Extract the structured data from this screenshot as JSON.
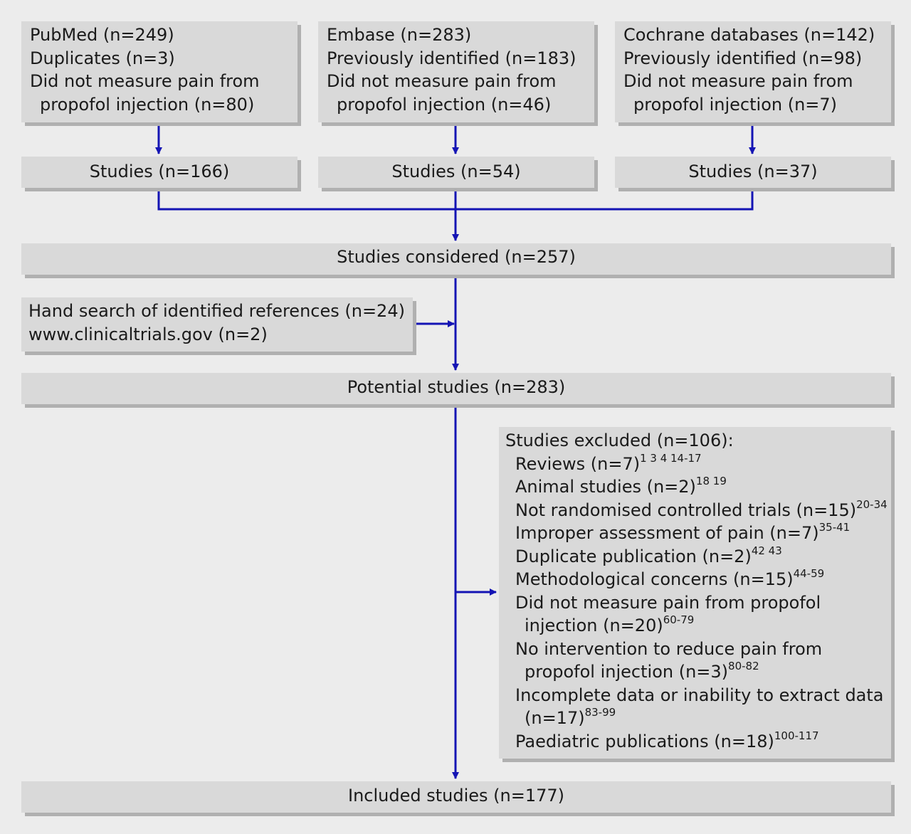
{
  "colors": {
    "background": "#ececec",
    "box": "#d9d9d9",
    "shadow": "#b0b0b0",
    "connector": "#1414b4"
  },
  "sources": [
    {
      "lines": [
        "PubMed (n=249)",
        "Duplicates (n=3)",
        "Did not measure pain from",
        "propofol injection (n=80)"
      ],
      "studies": "Studies (n=166)"
    },
    {
      "lines": [
        "Embase (n=283)",
        "Previously identified (n=183)",
        "Did not measure pain from",
        "propofol injection (n=46)"
      ],
      "studies": "Studies (n=54)"
    },
    {
      "lines": [
        "Cochrane databases (n=142)",
        "Previously identified (n=98)",
        "Did not measure pain from",
        "propofol injection (n=7)"
      ],
      "studies": "Studies (n=37)"
    }
  ],
  "considered": "Studies considered (n=257)",
  "hand_search": [
    "Hand search of identified references (n=24)",
    "www.clinicaltrials.gov (n=2)"
  ],
  "potential": "Potential studies (n=283)",
  "excluded": {
    "header": "Studies excluded (n=106):",
    "items": [
      {
        "text": "Reviews (n=7)",
        "refs": "1 3 4 14-17"
      },
      {
        "text": "Animal studies (n=2)",
        "refs": "18 19"
      },
      {
        "text": "Not randomised controlled trials (n=15)",
        "refs": "20-34"
      },
      {
        "text": "Improper assessment of pain (n=7)",
        "refs": "35-41"
      },
      {
        "text": "Duplicate publication (n=2)",
        "refs": "42 43"
      },
      {
        "text": "Methodological concerns (n=15)",
        "refs": "44-59"
      },
      {
        "text": "Did not measure pain from propofol",
        "cont": "injection (n=20)",
        "refs": "60-79"
      },
      {
        "text": "No intervention to reduce pain from",
        "cont": "propofol injection (n=3)",
        "refs": "80-82"
      },
      {
        "text": "Incomplete data or inability to extract data",
        "cont": "(n=17)",
        "refs": "83-99"
      },
      {
        "text": "Paediatric publications (n=18)",
        "refs": "100-117"
      }
    ]
  },
  "included": "Included studies (n=177)"
}
